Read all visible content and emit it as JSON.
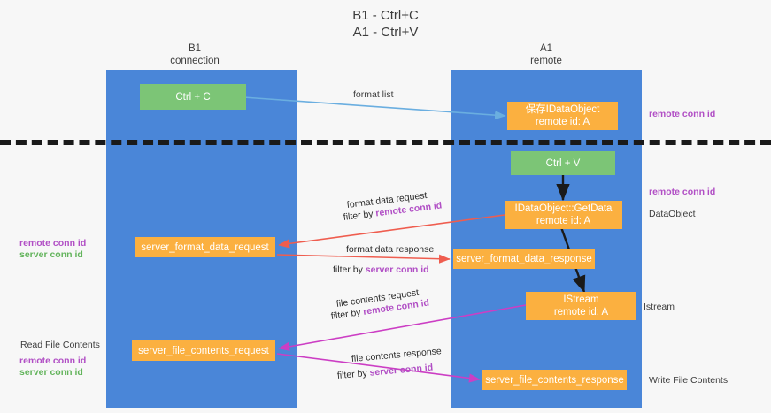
{
  "title": {
    "line1": "B1 - Ctrl+C",
    "line2": "A1 - Ctrl+V"
  },
  "columns": [
    {
      "name": "B1",
      "role": "connection"
    },
    {
      "name": "A1",
      "role": "remote"
    }
  ],
  "colors": {
    "lane": "#4a86d8",
    "box_orange": "#fbb040",
    "box_green": "#7cc576",
    "purple": "#b14fc5",
    "green_text": "#63b45c",
    "arrow_blue": "#6aaee0",
    "arrow_red": "#ef5d4f",
    "arrow_magenta": "#cc3ec4",
    "arrow_black": "#1a1a1a",
    "background": "#f7f7f7"
  },
  "nodes": {
    "ctrl_c": "Ctrl + C",
    "ctrl_v": "Ctrl + V",
    "save_dataobject": {
      "line1": "保存IDataObject",
      "line2": "remote id: A"
    },
    "getdata": {
      "line1": "IDataObject::GetData",
      "line2": "remote id: A"
    },
    "istream": {
      "line1": "IStream",
      "line2": "remote id: A"
    },
    "server_format_data_request": "server_format_data_request",
    "server_format_data_response": "server_format_data_response",
    "server_file_contents_request": "server_file_contents_request",
    "server_file_contents_response": "server_file_contents_response"
  },
  "edge_labels": {
    "format_list": "format list",
    "format_data_request": "format data request",
    "format_data_request_filter_prefix": "filter by ",
    "format_data_request_filter_key": "remote conn id",
    "format_data_response": "format data response",
    "format_data_response_filter_prefix": "filter by ",
    "format_data_response_filter_key": "server conn id",
    "file_contents_request": "file contents request",
    "file_contents_request_filter_prefix": "filter by ",
    "file_contents_request_filter_key": "remote conn id",
    "file_contents_response": "file contents response",
    "file_contents_response_filter_prefix": "filter by ",
    "file_contents_response_filter_key": "server conn id"
  },
  "side_labels": {
    "right_remote_conn_id_top": "remote conn id",
    "right_remote_conn_id_mid": "remote conn id",
    "right_dataobject": "DataObject",
    "right_istream": "Istream",
    "right_write_file_contents": "Write File Contents",
    "left_remote_conn_id_mid": "remote conn id",
    "left_server_conn_id_mid": "server conn id",
    "left_read_file_contents": "Read File Contents",
    "left_remote_conn_id_bottom": "remote conn id",
    "left_server_conn_id_bottom": "server conn id"
  }
}
